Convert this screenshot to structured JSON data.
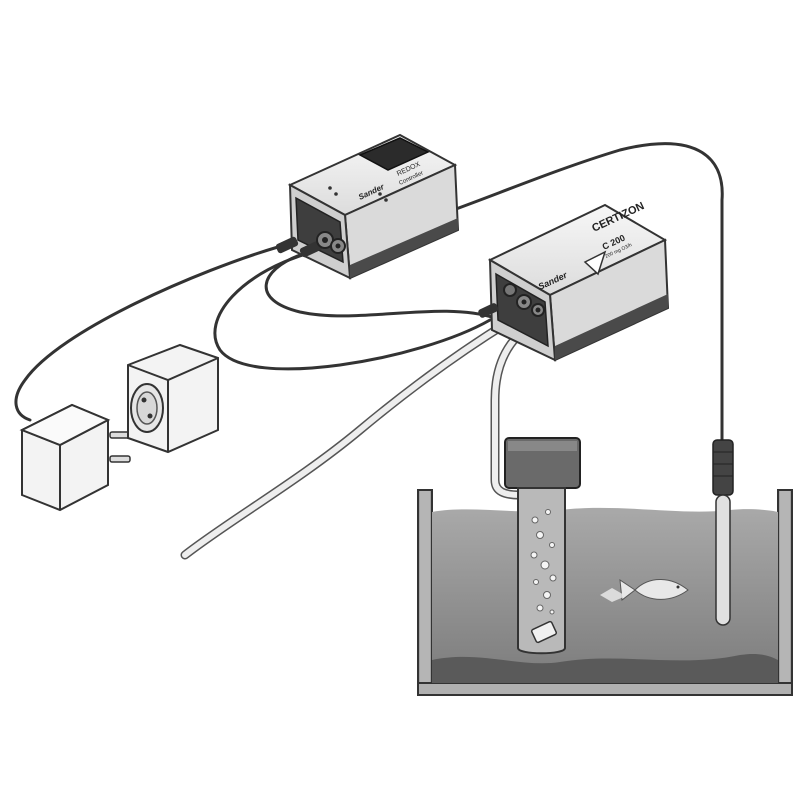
{
  "redox_controller": {
    "model": "REDOX",
    "subtitle": "Controller",
    "brand": "Sander"
  },
  "ozonizer": {
    "name": "CERTIZON",
    "model": "C 200",
    "rating": "200 mg O3/h",
    "brand": "Sander"
  },
  "colors": {
    "water": "#8e8e8e",
    "sediment": "#5a5a5a",
    "tank_frame": "#9a9a9a",
    "device_light": "#f2f2f2",
    "device_dark": "#4a4a4a"
  }
}
